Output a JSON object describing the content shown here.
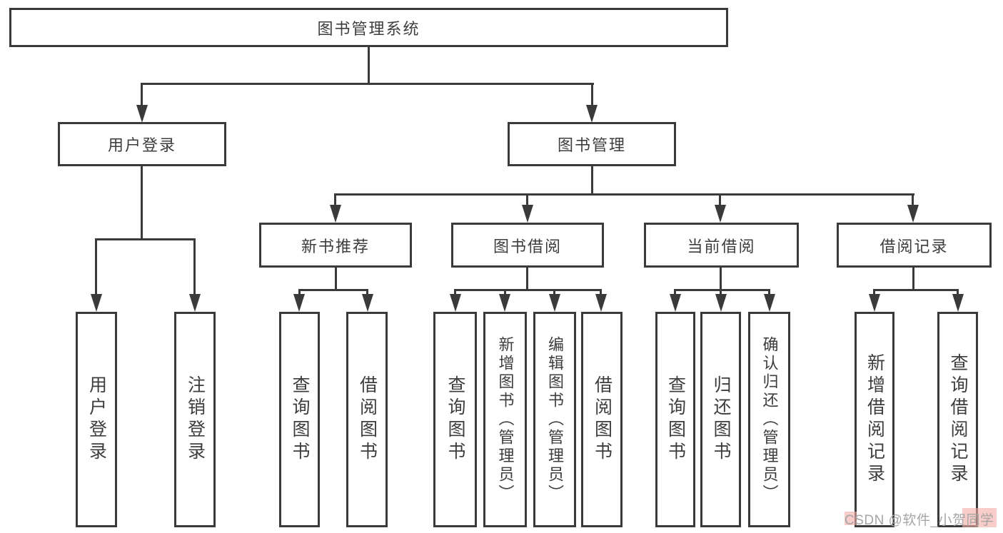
{
  "colors": {
    "line": "#3a3a3a",
    "box_border": "#3a3a3a",
    "node_text": "#3d3d3d",
    "background": "#ffffff",
    "watermark_gray": "#a6a6a6",
    "watermark_pink": "#f3aaa4"
  },
  "tree": {
    "root": {
      "label": "图书管理系统"
    },
    "user": {
      "label": "用户登录",
      "children": [
        {
          "label": "用户登录"
        },
        {
          "label": "注销登录"
        }
      ]
    },
    "book": {
      "label": "图书管理"
    },
    "newbook": {
      "label": "新书推荐",
      "children": [
        {
          "label": "查询图书"
        },
        {
          "label": "借阅图书"
        }
      ]
    },
    "borrow": {
      "label": "图书借阅",
      "children": [
        {
          "label": "查询图书"
        },
        {
          "label": "新增图书（管理员）"
        },
        {
          "label": "编辑图书（管理员）"
        },
        {
          "label": "借阅图书"
        }
      ]
    },
    "current": {
      "label": "当前借阅",
      "children": [
        {
          "label": "查询图书"
        },
        {
          "label": "归还图书"
        },
        {
          "label": "确认归还（管理员）"
        }
      ]
    },
    "records": {
      "label": "借阅记录",
      "children": [
        {
          "label": "新增借阅记录"
        },
        {
          "label": "查询借阅记录"
        }
      ]
    }
  },
  "watermark": {
    "text": "CSDN @软件_小贺同学"
  }
}
